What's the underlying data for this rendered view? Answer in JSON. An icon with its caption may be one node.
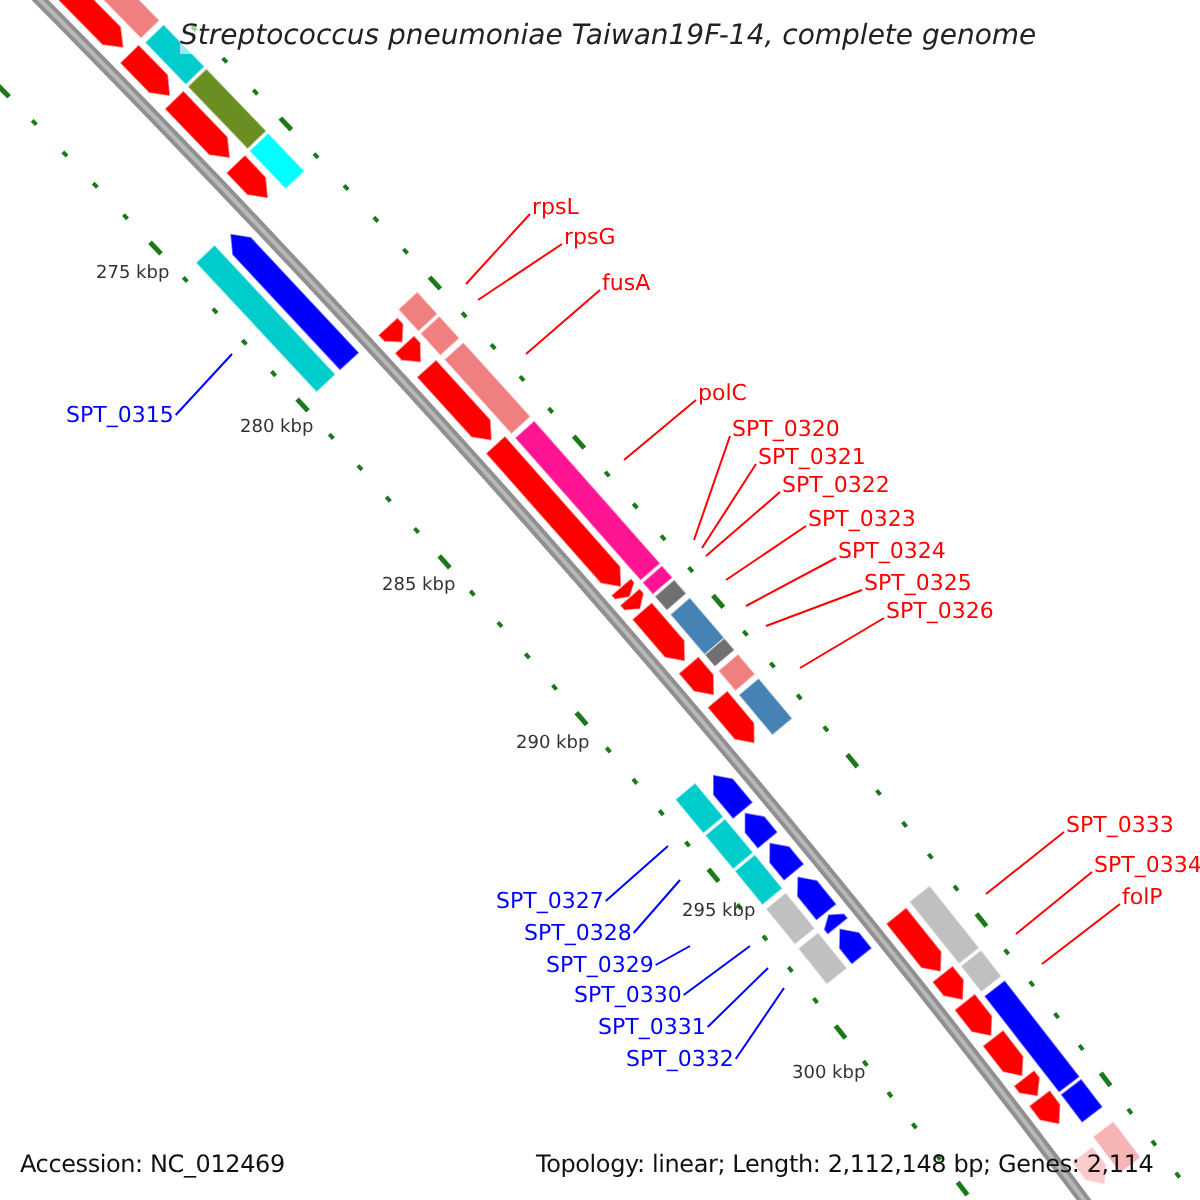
{
  "diagram": {
    "title": "Streptococcus pneumoniae Taiwan19F-14, complete genome",
    "nodes": [
      {
        "text": [
          "rpsL"
        ]
      },
      {
        "text": [
          "rpsG"
        ]
      },
      {
        "text": [
          "fusA"
        ]
      },
      {
        "text": [
          "polC"
        ]
      },
      {
        "text": [
          "SPT_0315"
        ]
      },
      {
        "text": [
          "SPT_0320"
        ]
      },
      {
        "text": [
          "SPT_0321"
        ]
      },
      {
        "text": [
          "SPT_0322"
        ]
      },
      {
        "text": [
          "SPT_0323"
        ]
      },
      {
        "text": [
          "SPT_0324"
        ]
      },
      {
        "text": [
          "SPT_0325"
        ]
      },
      {
        "text": [
          "SPT_0326"
        ]
      },
      {
        "text": [
          "SPT_0333"
        ]
      },
      {
        "text": [
          "SPT_0334"
        ]
      },
      {
        "text": [
          "folP"
        ]
      },
      {
        "text": [
          "SPT_0327"
        ]
      },
      {
        "text": [
          "SPT_0328"
        ]
      },
      {
        "text": [
          "SPT_0329"
        ]
      },
      {
        "text": [
          "SPT_0330"
        ]
      },
      {
        "text": [
          "SPT_0331"
        ]
      },
      {
        "text": [
          "SPT_0332"
        ]
      }
    ],
    "edges": [
      {
        "from": 0,
        "to": null,
        "arrow": "none"
      },
      {
        "from": 1,
        "to": null,
        "arrow": "none"
      },
      {
        "from": 2,
        "to": null,
        "arrow": "none"
      },
      {
        "from": 3,
        "to": null,
        "arrow": "none"
      },
      {
        "from": 4,
        "to": null,
        "arrow": "none",
        "color": "#0000ff"
      },
      {
        "from": 5,
        "to": null,
        "arrow": "none"
      },
      {
        "from": 6,
        "to": null,
        "arrow": "none"
      },
      {
        "from": 7,
        "to": null,
        "arrow": "none"
      },
      {
        "from": 8,
        "to": null,
        "arrow": "none"
      },
      {
        "from": 9,
        "to": null,
        "arrow": "none"
      },
      {
        "from": 10,
        "to": null,
        "arrow": "none"
      },
      {
        "from": 11,
        "to": null,
        "arrow": "none"
      },
      {
        "from": 12,
        "to": null,
        "arrow": "none"
      },
      {
        "from": 13,
        "to": null,
        "arrow": "none"
      },
      {
        "from": 14,
        "to": null,
        "arrow": "none"
      },
      {
        "from": 15,
        "to": null,
        "arrow": "none",
        "color": "#0000ff"
      },
      {
        "from": 16,
        "to": null,
        "arrow": "none",
        "color": "#0000ff"
      },
      {
        "from": 17,
        "to": null,
        "arrow": "none",
        "color": "#0000ff"
      },
      {
        "from": 18,
        "to": null,
        "arrow": "none",
        "color": "#0000ff"
      },
      {
        "from": 19,
        "to": null,
        "arrow": "none",
        "color": "#0000ff"
      },
      {
        "from": 20,
        "to": null,
        "arrow": "none",
        "color": "#0000ff"
      }
    ],
    "labels": [
      "275 kbp",
      "280 kbp",
      "285 kbp",
      "290 kbp",
      "295 kbp",
      "300 kbp",
      "Accession: NC_012469",
      "Topology: linear; Length: 2,112,148 bp; Genes: 2,114"
    ]
  }
}
